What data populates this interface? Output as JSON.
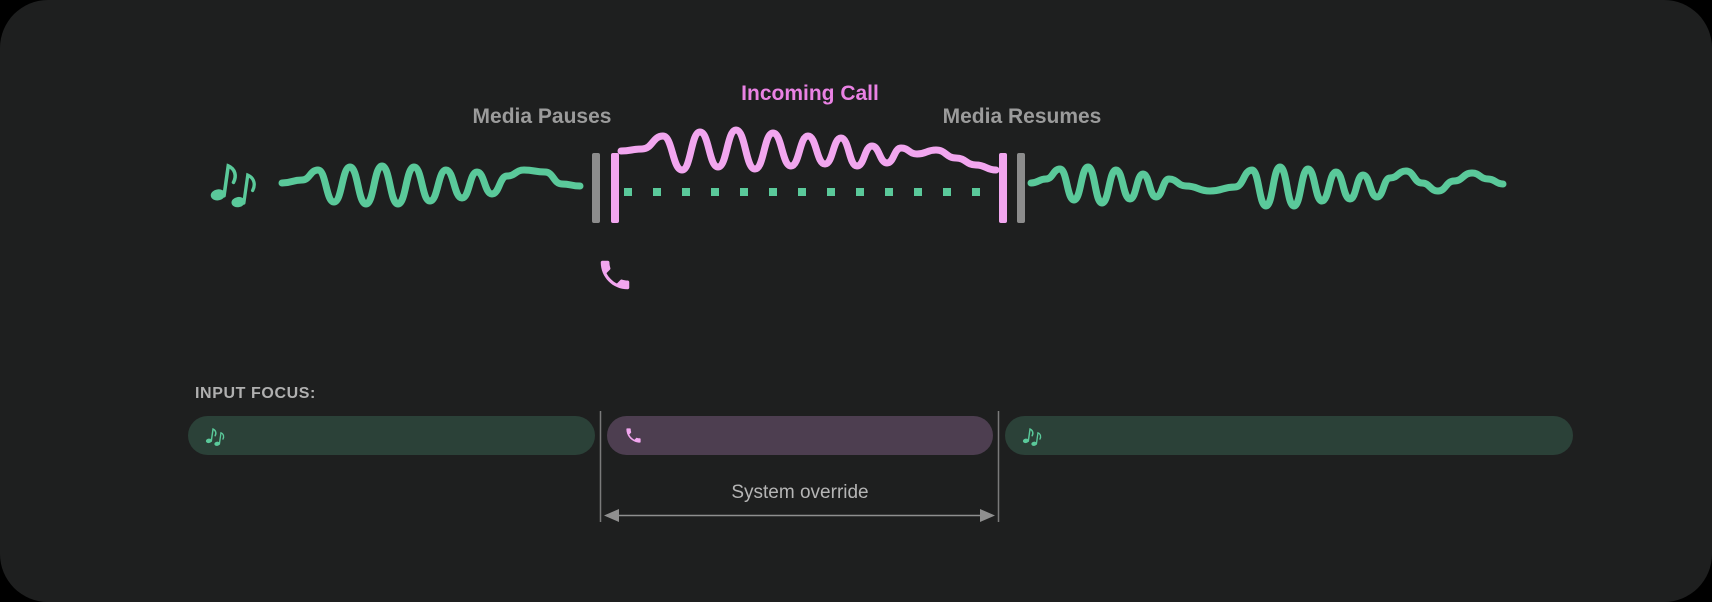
{
  "colors": {
    "page_bg": "#000000",
    "card_bg": "#1E1F1F",
    "media_green": "#5AC99A",
    "pill_green": "#2B4138",
    "call_pink": "#F2A6EF",
    "call_pink_text": "#EA82E4",
    "pill_purple": "#4D3E50",
    "label_gray": "#9B9B9B",
    "bar_gray": "#8C8C8C",
    "focus_label_gray": "#B0B0B0",
    "annotation_gray": "#B5B5B5",
    "arrow_gray": "#8F8F8F",
    "guide_line_gray": "#7A7A7A"
  },
  "timeline": {
    "media_pauses_label": "Media Pauses",
    "incoming_call_label": "Incoming Call",
    "media_resumes_label": "Media Resumes",
    "media_icon": "music-notes-icon",
    "call_icon": "phone-icon"
  },
  "input_focus": {
    "label": "INPUT FOCUS:",
    "segments": [
      {
        "name": "media-before",
        "icon": "music-notes-icon"
      },
      {
        "name": "call",
        "icon": "phone-icon"
      },
      {
        "name": "media-after",
        "icon": "music-notes-icon"
      }
    ],
    "override_label": "System override"
  }
}
